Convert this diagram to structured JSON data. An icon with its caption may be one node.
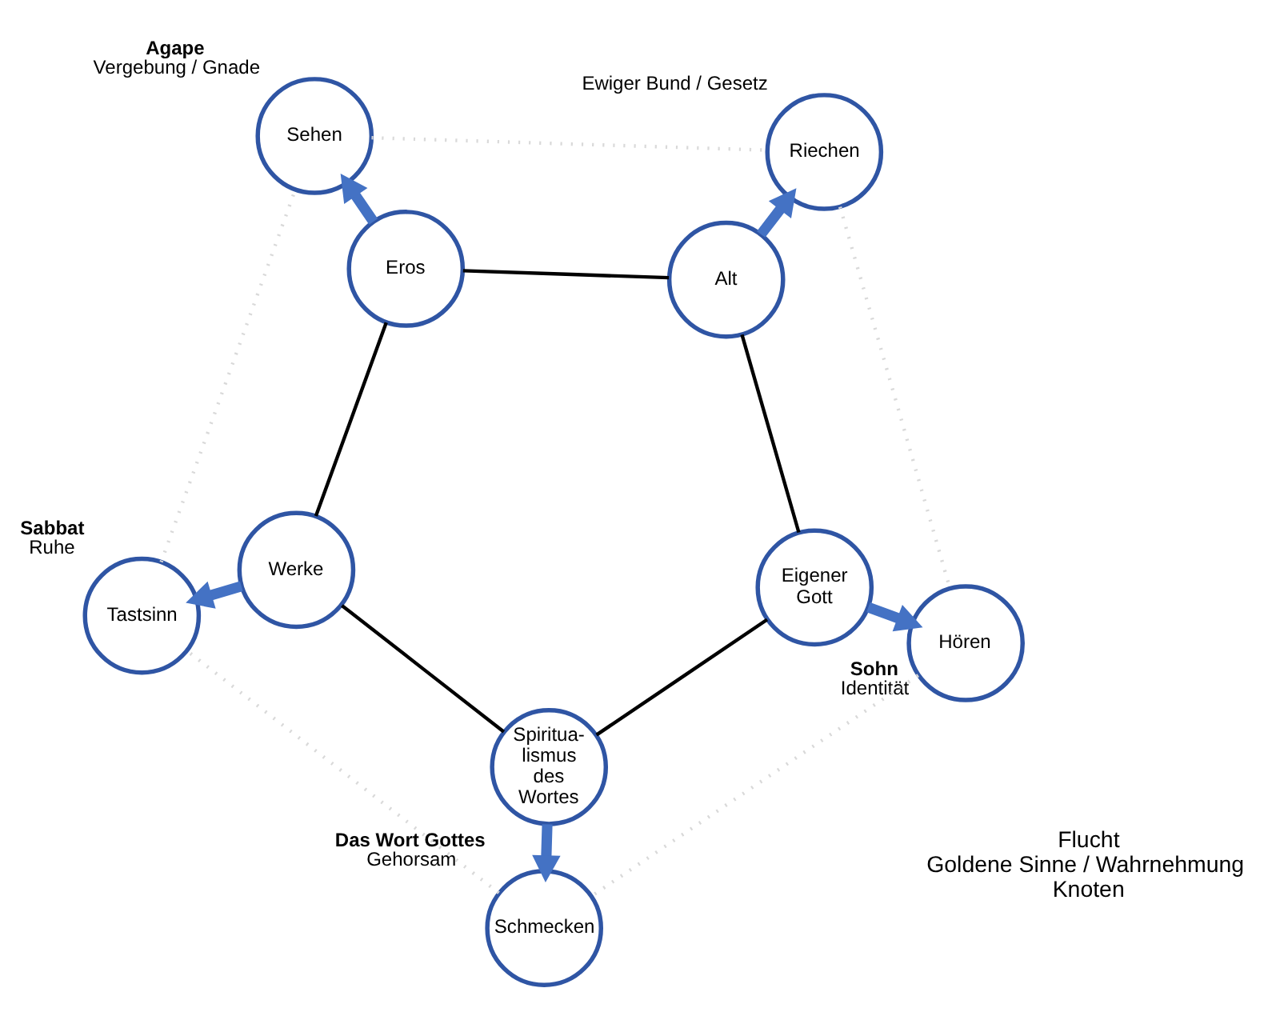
{
  "diagram": {
    "nodes": [
      {
        "text": [
          "Sehen"
        ],
        "beside": [
          "Agape",
          "Vergebung / Gnade"
        ]
      },
      {
        "text": [
          "Eros"
        ]
      },
      {
        "text": [
          "Tastsinn"
        ],
        "beside": [
          "Sabbat",
          "Ruhe"
        ]
      },
      {
        "text": [
          "Werke"
        ]
      },
      {
        "text": [
          "Alt"
        ]
      },
      {
        "text": [
          "Riechen"
        ],
        "beside": [
          "Ewiger Bund / Gesetz"
        ]
      },
      {
        "text": [
          "Spiritua-lismus des Wortes"
        ]
      },
      {
        "text": [
          "Eigener Gott"
        ]
      },
      {
        "text": [
          "Schmecken"
        ],
        "beside": [
          "Das Wort Gottes",
          "Gehorsam"
        ]
      },
      {
        "text": [
          "Hören"
        ],
        "beside": [
          "Sohn",
          "Identität"
        ]
      }
    ],
    "edges": [
      {
        "from": 1,
        "to": 4,
        "arrow": "none"
      },
      {
        "from": 4,
        "to": 7,
        "arrow": "none"
      },
      {
        "from": 7,
        "to": 6,
        "arrow": "none"
      },
      {
        "from": 6,
        "to": 3,
        "arrow": "none"
      },
      {
        "from": 3,
        "to": 1,
        "arrow": "none"
      },
      {
        "from": 1,
        "to": 0,
        "arrow": "to",
        "style": "thick",
        "color": "#4472c4"
      },
      {
        "from": 4,
        "to": 5,
        "arrow": "to",
        "style": "thick",
        "color": "#4472c4"
      },
      {
        "from": 7,
        "to": 9,
        "arrow": "to",
        "style": "thick",
        "color": "#4472c4"
      },
      {
        "from": 6,
        "to": 8,
        "arrow": "to",
        "style": "thick",
        "color": "#4472c4"
      },
      {
        "from": 3,
        "to": 2,
        "arrow": "to",
        "style": "thick",
        "color": "#4472c4"
      },
      {
        "from": 0,
        "to": 5,
        "arrow": "none",
        "style": "dashed",
        "color": "#d9d9d9"
      },
      {
        "from": 5,
        "to": 9,
        "arrow": "none",
        "style": "dashed",
        "color": "#d9d9d9"
      },
      {
        "from": 9,
        "to": 8,
        "arrow": "none",
        "style": "dashed",
        "color": "#d9d9d9"
      },
      {
        "from": 8,
        "to": 2,
        "arrow": "none",
        "style": "dashed",
        "color": "#d9d9d9"
      },
      {
        "from": 2,
        "to": 0,
        "arrow": "none",
        "style": "dashed",
        "color": "#d9d9d9"
      }
    ],
    "labels": [
      "Flucht",
      "Goldene Sinne / Wahrnehmung",
      "Knoten"
    ]
  }
}
